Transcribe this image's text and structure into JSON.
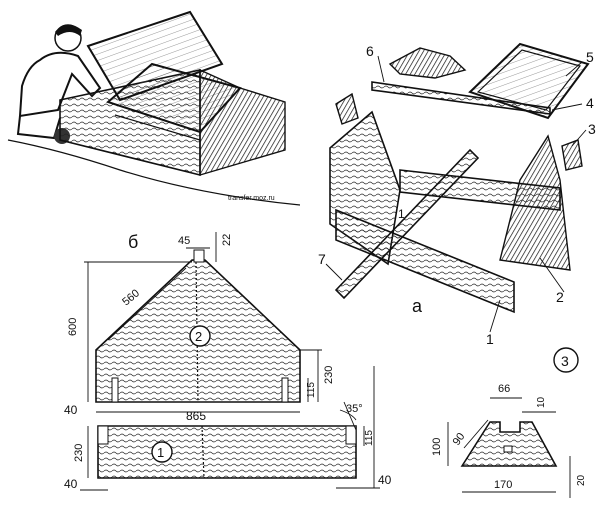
{
  "labels": {
    "view_a": "а",
    "view_b": "б",
    "detail_3": "3",
    "part_1": "1",
    "part_2": "2",
    "part_3": "3",
    "part_4": "4",
    "part_5": "5",
    "part_6": "6",
    "part_7": "7",
    "circ_1": "1",
    "circ_2": "2",
    "watermark": "transfer.moz.ru"
  },
  "dimensions": {
    "d45": "45",
    "d22": "22",
    "d560": "560",
    "d600": "600",
    "d230_side": "230",
    "d115_side": "115",
    "d40_left": "40",
    "d865": "865",
    "d35deg": "35°",
    "d230_front": "230",
    "d115_front": "115",
    "d40_bottom_left": "40",
    "d40_bottom_right": "40",
    "d66": "66",
    "d10": "10",
    "d90": "90",
    "d100": "100",
    "d170": "170",
    "d20": "20"
  }
}
